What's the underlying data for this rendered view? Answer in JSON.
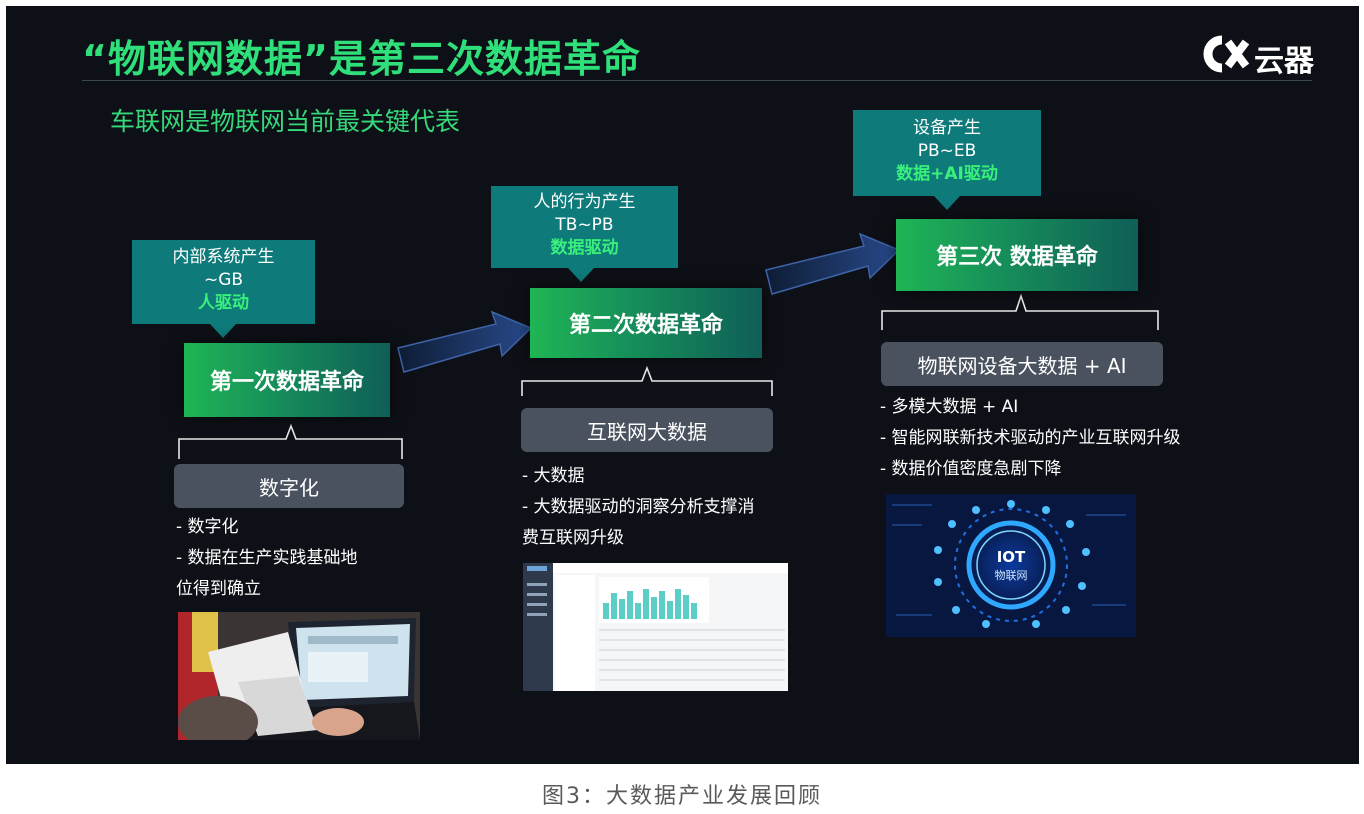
{
  "slide": {
    "title": "“物联网数据”是第三次数据革命",
    "subtitle": "车联网是物联网当前最关键代表",
    "logo_text": "云器"
  },
  "stages": [
    {
      "callout": [
        "内部系统产生",
        "~GB"
      ],
      "driver": "人驱动",
      "revolution": "第一次数据革命",
      "category": "数字化",
      "bullets": [
        "- 数字化",
        "- 数据在生产实践基础地",
        "位得到确立"
      ]
    },
    {
      "callout": [
        "人的行为产生",
        "TB~PB"
      ],
      "driver": "数据驱动",
      "revolution": "第二次数据革命",
      "category": "互联网大数据",
      "bullets": [
        "- 大数据",
        "- 大数据驱动的洞察分析支撑消",
        "费互联网升级"
      ]
    },
    {
      "callout": [
        "设备产生",
        "PB~EB"
      ],
      "driver": "数据+AI驱动",
      "revolution": "第三次 数据革命",
      "category": "物联网设备大数据 + AI",
      "bullets": [
        "- 多模大数据 + AI",
        "- 智能网联新技术驱动的产业互联网升级",
        "- 数据价值密度急剧下降"
      ]
    }
  ],
  "iot_badge": {
    "line1": "IOT",
    "line2": "物联网"
  },
  "caption": "图3：大数据产业发展回顾",
  "colors": {
    "slide_bg": "#0d1016",
    "accent_green": "#2fe07a",
    "callout_teal": "#0f7a7a",
    "category_gray": "#4a515f"
  }
}
